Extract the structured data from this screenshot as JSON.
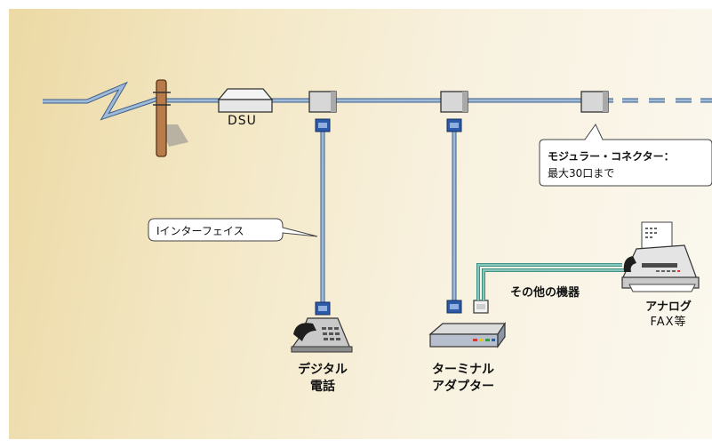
{
  "labels": {
    "dsu": "DSU",
    "modular_connector_title": "モジュラー・コネクター：",
    "modular_connector_sub": "最大30口まで",
    "i_interface": "Iインターフェイス",
    "other_devices": "その他の機器",
    "analog_fax_line1": "アナログ",
    "analog_fax_line2": "FAX等",
    "digital_phone_line1": "デジタル",
    "digital_phone_line2": "電話",
    "terminal_adapter_line1": "ターミナル",
    "terminal_adapter_line2": "アダプター"
  },
  "colors": {
    "line_blue": "#9fbad8",
    "line_teal": "#86c8bd",
    "pole_brown": "#b87b4a",
    "connector_gray": "#d7d7d7",
    "jack_blue": "#2d5aa8"
  }
}
